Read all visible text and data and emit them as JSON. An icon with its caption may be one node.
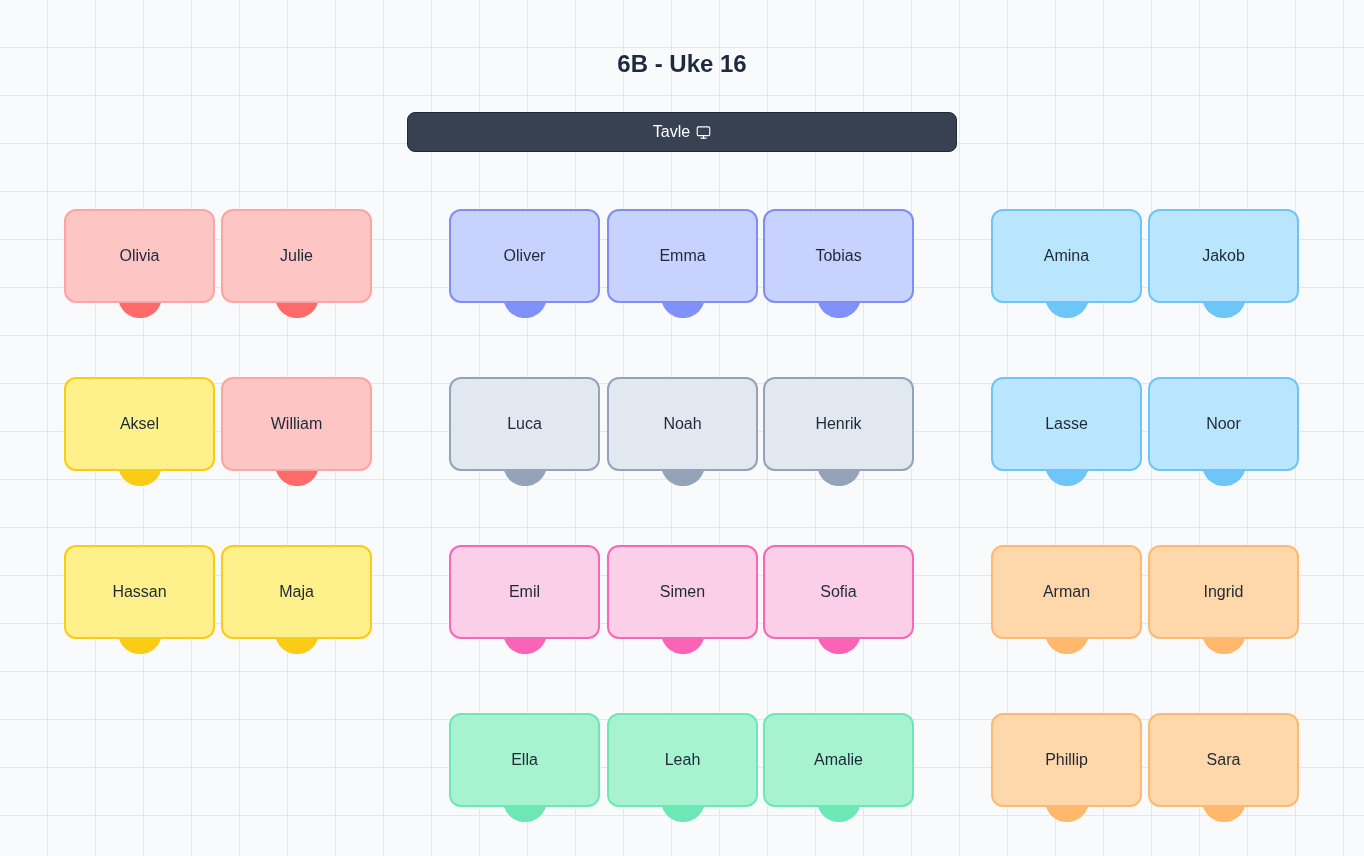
{
  "diagram": {
    "title": "6B - Uke 16",
    "nodes": [
      {
        "text": [
          "Tavle"
        ]
      },
      {
        "text": [
          "Olivia"
        ]
      },
      {
        "text": [
          "Julie"
        ]
      },
      {
        "text": [
          "Oliver"
        ]
      },
      {
        "text": [
          "Emma"
        ]
      },
      {
        "text": [
          "Tobias"
        ]
      },
      {
        "text": [
          "Amina"
        ]
      },
      {
        "text": [
          "Jakob"
        ]
      },
      {
        "text": [
          "Aksel"
        ]
      },
      {
        "text": [
          "William"
        ]
      },
      {
        "text": [
          "Luca"
        ]
      },
      {
        "text": [
          "Noah"
        ]
      },
      {
        "text": [
          "Henrik"
        ]
      },
      {
        "text": [
          "Lasse"
        ]
      },
      {
        "text": [
          "Noor"
        ]
      },
      {
        "text": [
          "Hassan"
        ]
      },
      {
        "text": [
          "Maja"
        ]
      },
      {
        "text": [
          "Emil"
        ]
      },
      {
        "text": [
          "Simen"
        ]
      },
      {
        "text": [
          "Sofia"
        ]
      },
      {
        "text": [
          "Arman"
        ]
      },
      {
        "text": [
          "Ingrid"
        ]
      },
      {
        "text": [
          "Ella"
        ]
      },
      {
        "text": [
          "Leah"
        ]
      },
      {
        "text": [
          "Amalie"
        ]
      },
      {
        "text": [
          "Phillip"
        ]
      },
      {
        "text": [
          "Sara"
        ]
      }
    ]
  }
}
